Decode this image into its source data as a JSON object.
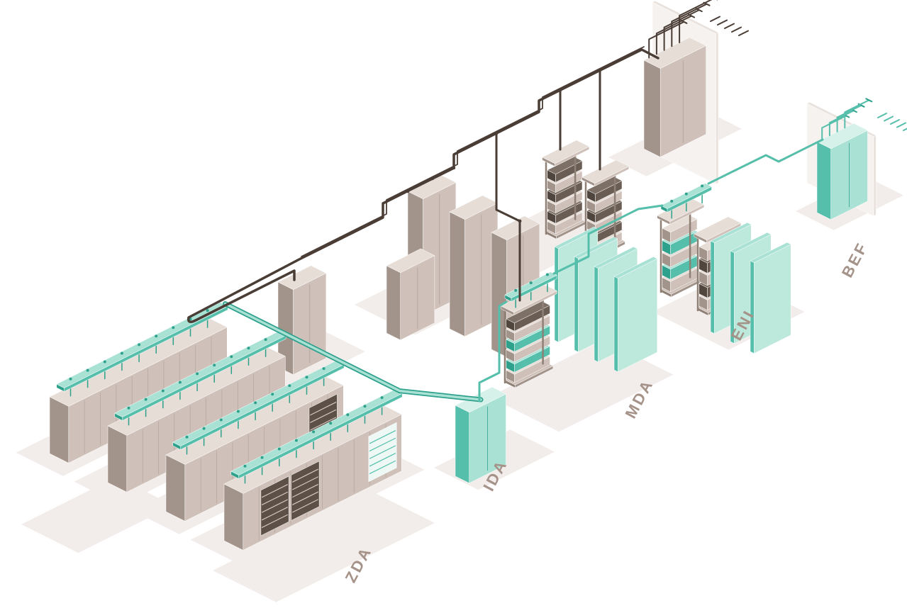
{
  "diagram": {
    "type": "isometric data center structured cabling topology",
    "zones": [
      {
        "id": "zda",
        "label": "ZDA",
        "rack_rows": 4
      },
      {
        "id": "ida",
        "label": "IDA",
        "cabinets": 1
      },
      {
        "id": "mda",
        "label": "MDA",
        "teal_panels": 4,
        "equipment_racks": 1
      },
      {
        "id": "eni",
        "label": "ENI",
        "teal_panels": 3,
        "open_racks": 2
      },
      {
        "id": "bef",
        "label": "BEF",
        "cabinets": 1
      }
    ],
    "cable_runs": [
      {
        "path": [
          "ZDA",
          "IDA",
          "MDA",
          "ENI",
          "BEF"
        ],
        "color_key": "teal",
        "description": "horizontal distribution cabling with overhead trays above rack rows"
      },
      {
        "path": [
          "standalone-cabinet",
          "cabinet-cluster",
          "open-racks",
          "entrance-wall"
        ],
        "color_key": "cable_dark",
        "description": "backbone cabling with slack loop, exiting through wall with continuation hatch marks"
      }
    ],
    "colors": {
      "background": "#ffffff",
      "floor": "#f2ecea",
      "taupe_face": "#cfc1b9",
      "taupe_side": "#a3948b",
      "taupe_top": "#e6ddd7",
      "taupe_seam": "#b7a89f",
      "taupe_dark": "#8f8076",
      "equip_dark": "#5d5047",
      "equip_stripe": "#d4c9c1",
      "teal": "#56bfab",
      "teal_dark": "#2ea18c",
      "teal_light": "#a9e2d5",
      "teal_panel": "#bde8dc",
      "teal_top": "#d6f1ea",
      "cable_dark": "#4a3d36",
      "label": "#a5938a",
      "wall_face": "#f6f2ef",
      "wall_top": "#e9e1dc"
    }
  }
}
